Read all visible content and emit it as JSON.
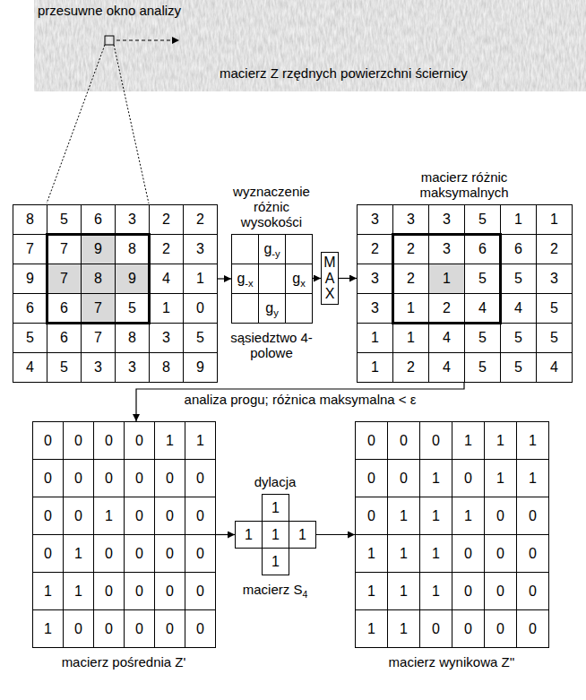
{
  "diagram": {
    "nodes": [
      {
        "text": [
          "przesuwne okno analizy",
          "macierz Z rzędnych powierzchni ściernicy"
        ]
      },
      {
        "text": [
          "8",
          "5",
          "6",
          "3",
          "2",
          "2",
          "7",
          "7",
          "9",
          "8",
          "2",
          "3",
          "9",
          "7",
          "8",
          "9",
          "4",
          "1",
          "6",
          "6",
          "7",
          "5",
          "1",
          "0",
          "5",
          "6",
          "7",
          "8",
          "3",
          "5",
          "4",
          "5",
          "3",
          "3",
          "8",
          "9"
        ]
      },
      {
        "text": [
          "wyznaczenie różnic wysokości",
          "g-y",
          "g-x",
          "gx",
          "gy",
          "sąsiedztwo 4-polowe"
        ]
      },
      {
        "text": [
          "MAX"
        ]
      },
      {
        "text": [
          "macierz różnic maksymalnych",
          "3",
          "3",
          "3",
          "5",
          "1",
          "1",
          "2",
          "2",
          "3",
          "6",
          "6",
          "2",
          "3",
          "2",
          "1",
          "5",
          "5",
          "3",
          "3",
          "1",
          "2",
          "4",
          "4",
          "5",
          "1",
          "1",
          "4",
          "5",
          "5",
          "5",
          "1",
          "2",
          "4",
          "5",
          "5",
          "4"
        ]
      },
      {
        "text": [
          "0",
          "0",
          "0",
          "0",
          "1",
          "1",
          "0",
          "0",
          "0",
          "0",
          "0",
          "0",
          "0",
          "0",
          "1",
          "0",
          "0",
          "0",
          "0",
          "1",
          "0",
          "0",
          "0",
          "0",
          "1",
          "1",
          "0",
          "0",
          "0",
          "0",
          "1",
          "0",
          "0",
          "0",
          "0",
          "0",
          "macierz pośrednia Z'"
        ]
      },
      {
        "text": [
          "dylacja",
          "1",
          "1",
          "1",
          "1",
          "1",
          "macierz S4"
        ]
      },
      {
        "text": [
          "0",
          "0",
          "0",
          "1",
          "1",
          "1",
          "0",
          "0",
          "1",
          "0",
          "1",
          "1",
          "0",
          "1",
          "1",
          "1",
          "0",
          "0",
          "1",
          "1",
          "1",
          "0",
          "0",
          "0",
          "1",
          "1",
          "1",
          "0",
          "0",
          "0",
          "1",
          "1",
          "0",
          "0",
          "0",
          "0",
          "macierz wynikowa Z''"
        ]
      }
    ],
    "edges": [
      {
        "from": 1,
        "to": 2,
        "arrow": "to"
      },
      {
        "from": 2,
        "to": 3,
        "arrow": "to"
      },
      {
        "from": 3,
        "to": 4,
        "arrow": "to"
      },
      {
        "from": 4,
        "to": 5,
        "label": "analiza progu; różnica maksymalna < ε",
        "arrow": "to"
      },
      {
        "from": 5,
        "to": 6,
        "arrow": "to"
      },
      {
        "from": 6,
        "to": 7,
        "arrow": "to"
      }
    ]
  }
}
